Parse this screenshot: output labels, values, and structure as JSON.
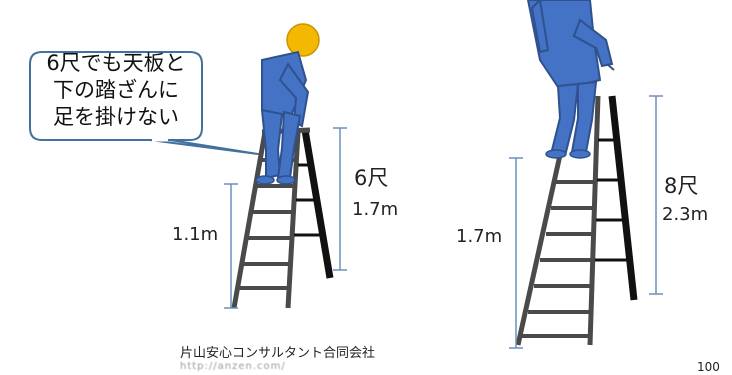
{
  "colors": {
    "figure_fill": "#4472c4",
    "figure_stroke": "#2f528f",
    "head_fill": "#f5b800",
    "ladder_gray": "#4a4a4a",
    "ladder_black": "#111111",
    "dim_line": "#6a8fc0",
    "callout_border": "#41719c"
  },
  "left_scene": {
    "callout_lines": [
      "6尺でも天板と",
      "下の踏ざんに",
      "足を掛けない"
    ],
    "height_label": "1.1m",
    "ladder_size": "6尺",
    "ladder_height": "1.7m"
  },
  "right_scene": {
    "height_label": "1.7m",
    "ladder_size": "8尺",
    "ladder_height": "2.3m"
  },
  "footer": {
    "company": "片山安心コンサルタント合同会社",
    "url": "http://anzen.com/"
  },
  "page_number": "100"
}
